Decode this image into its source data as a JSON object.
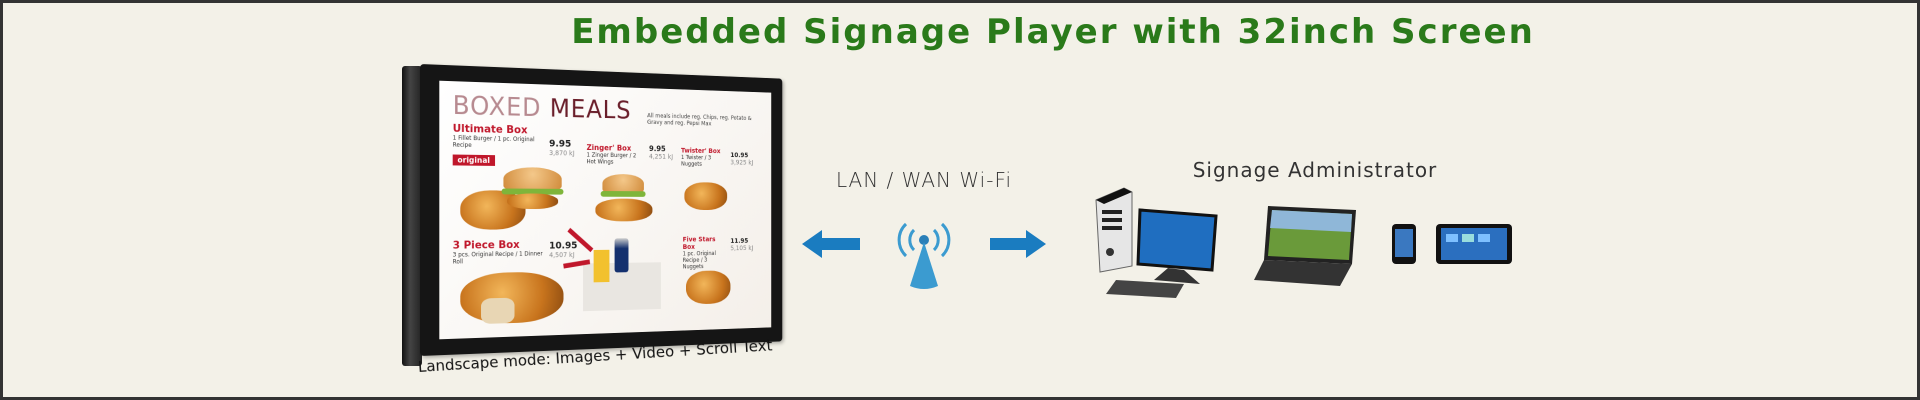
{
  "title": "Embedded Signage Player with 32inch Screen",
  "display": {
    "menu_title_light": "BOXED",
    "menu_title_dark": "MEALS",
    "menu_note": "All meals include reg. Chips, reg. Potato & Gravy and reg. Pepsi Max",
    "items": [
      {
        "name": "Ultimate Box",
        "desc": "1 Fillet Burger / 1 pc. Original Recipe",
        "price": "9.95",
        "kj": "3,870 kJ",
        "badge": "original"
      },
      {
        "name": "Zinger' Box",
        "desc": "1 Zinger Burger / 2 Hot Wings",
        "price": "9.95",
        "kj": "4,251 kJ"
      },
      {
        "name": "Twister' Box",
        "desc": "1 Twister / 3 Nuggets",
        "price": "10.95",
        "kj": "3,925 kJ"
      },
      {
        "name": "3 Piece Box",
        "desc": "3 pcs. Original Recipe / 1 Dinner Roll",
        "price": "10.95",
        "kj": "4,507 kJ"
      },
      {
        "name": "Five Stars Box",
        "desc": "1 pc. Original Recipe / 3 Nuggets",
        "price": "11.95",
        "kj": "5,105 kJ"
      }
    ]
  },
  "caption": "Landscape mode: Images + Video + Scroll Text",
  "network_label": "LAN / WAN Wi-Fi",
  "admin_label": "Signage Administrator",
  "colors": {
    "title": "#2a7a1a",
    "arrow": "#1a7cc0",
    "background": "#f3f1e8",
    "menu_accent": "#c0172b"
  },
  "icons": [
    "wifi-antenna-icon",
    "arrow-left-icon",
    "arrow-right-icon",
    "desktop-pc-icon",
    "laptop-icon",
    "smartphone-icon",
    "tablet-icon"
  ]
}
